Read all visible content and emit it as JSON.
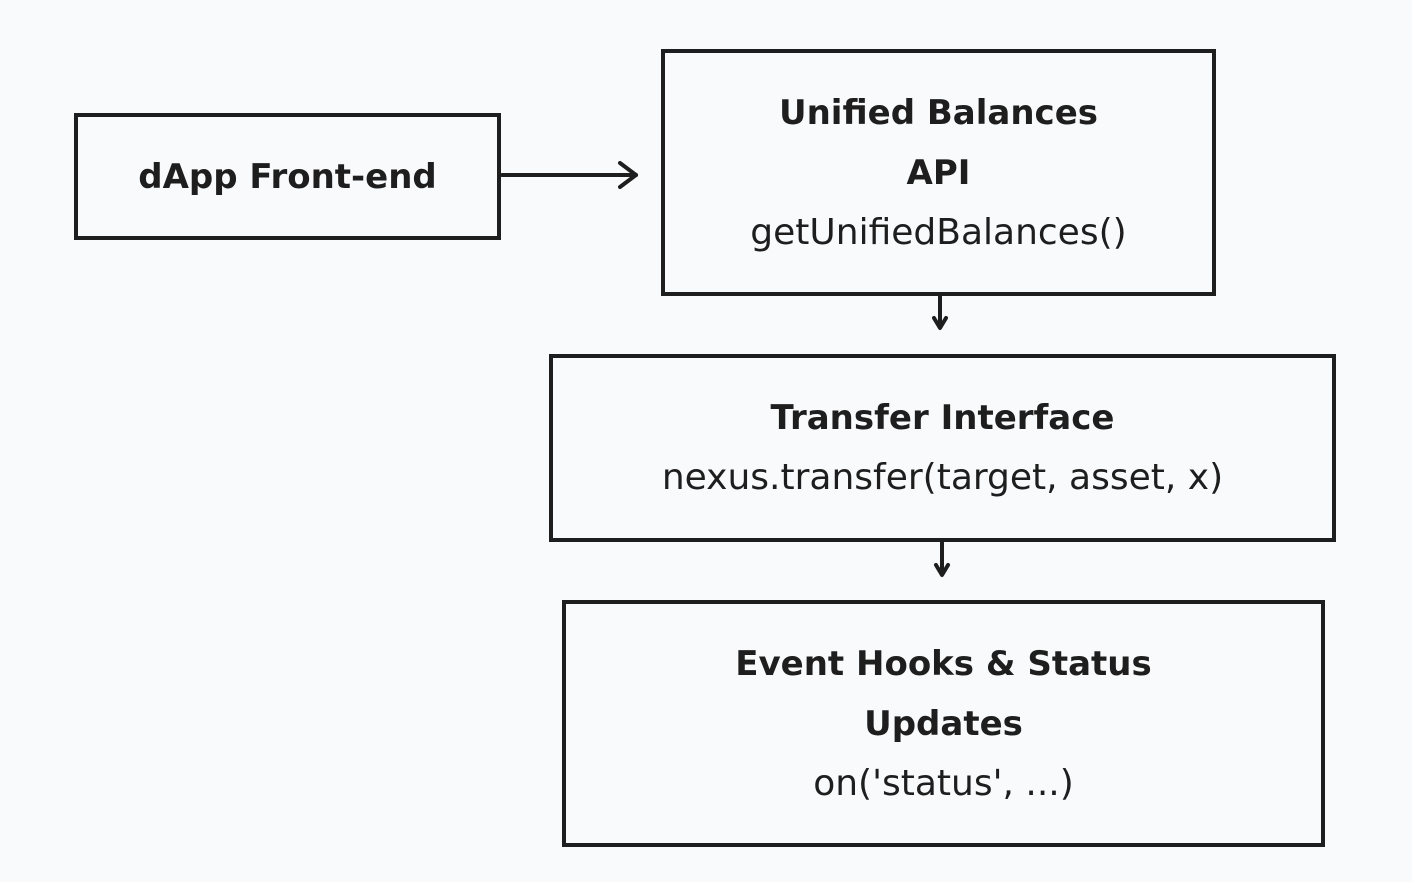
{
  "nodes": {
    "frontend": {
      "label": "dApp Front-end"
    },
    "unified_balances": {
      "title_line1": "Unified Balances",
      "title_line2": "API",
      "code": "getUnifiedBalances()"
    },
    "transfer": {
      "title": "Transfer Interface",
      "code": "nexus.transfer(target, asset, x)"
    },
    "events": {
      "title_line1": "Event Hooks & Status",
      "title_line2": "Updates",
      "code": "on('status', ...)"
    }
  },
  "edges": [
    {
      "from": "frontend",
      "to": "unified_balances"
    },
    {
      "from": "unified_balances",
      "to": "transfer"
    },
    {
      "from": "transfer",
      "to": "events"
    }
  ],
  "colors": {
    "background": "#f9fafb",
    "stroke": "#1e1e1e"
  }
}
